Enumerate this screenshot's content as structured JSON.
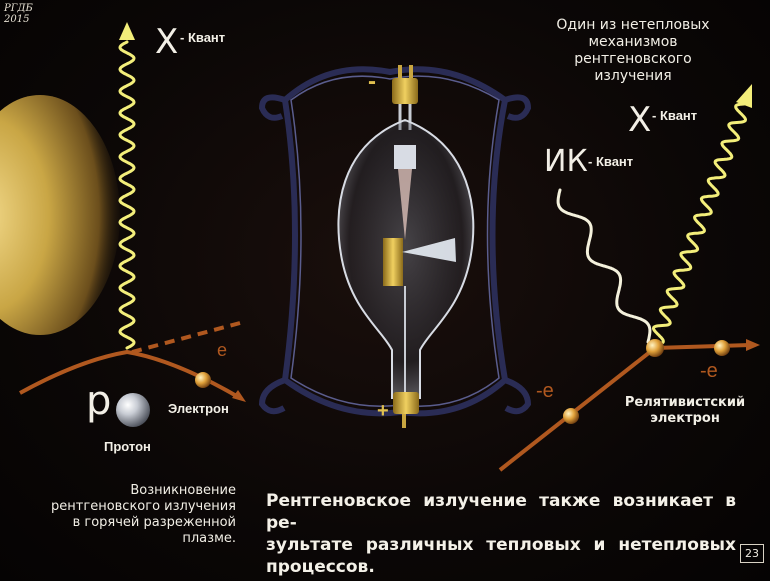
{
  "watermark": {
    "line1": "РГДБ",
    "line2": "2015"
  },
  "left": {
    "x_letter": "X",
    "quant_label": "- Квант",
    "proton_letter": "p",
    "proton_label": "Протон",
    "electron_label": "Электрон",
    "electron_symbol": "e",
    "caption": [
      "Возникновение",
      "рентгеновского излучения",
      "в горячей разреженной",
      "плазме."
    ]
  },
  "center": {
    "minus": "-",
    "plus": "+"
  },
  "right": {
    "header": [
      "Один из нетепловых",
      "механизмов",
      "рентгеновского",
      "излучения"
    ],
    "x_letter": "X",
    "x_quant_label": "- Квант",
    "ir_letters": "ИК",
    "ir_quant_label": "- Квант",
    "e_left": "-е",
    "e_right": "-е",
    "relativistic": [
      "Релятивистский",
      "электрон"
    ]
  },
  "bottom": {
    "main_caption": [
      "Рентгеновское излучение также возникает в ре-",
      "зультате различных тепловых и нетепловых",
      "процессов."
    ],
    "slide_number": "23"
  },
  "colors": {
    "background": "#0b0706",
    "wave_yellow": "#f3ee7a",
    "wave_white": "#f4f1dc",
    "electron_track": "#b0581f",
    "plasma": "#c9a645",
    "frame": "#2a2c55"
  }
}
